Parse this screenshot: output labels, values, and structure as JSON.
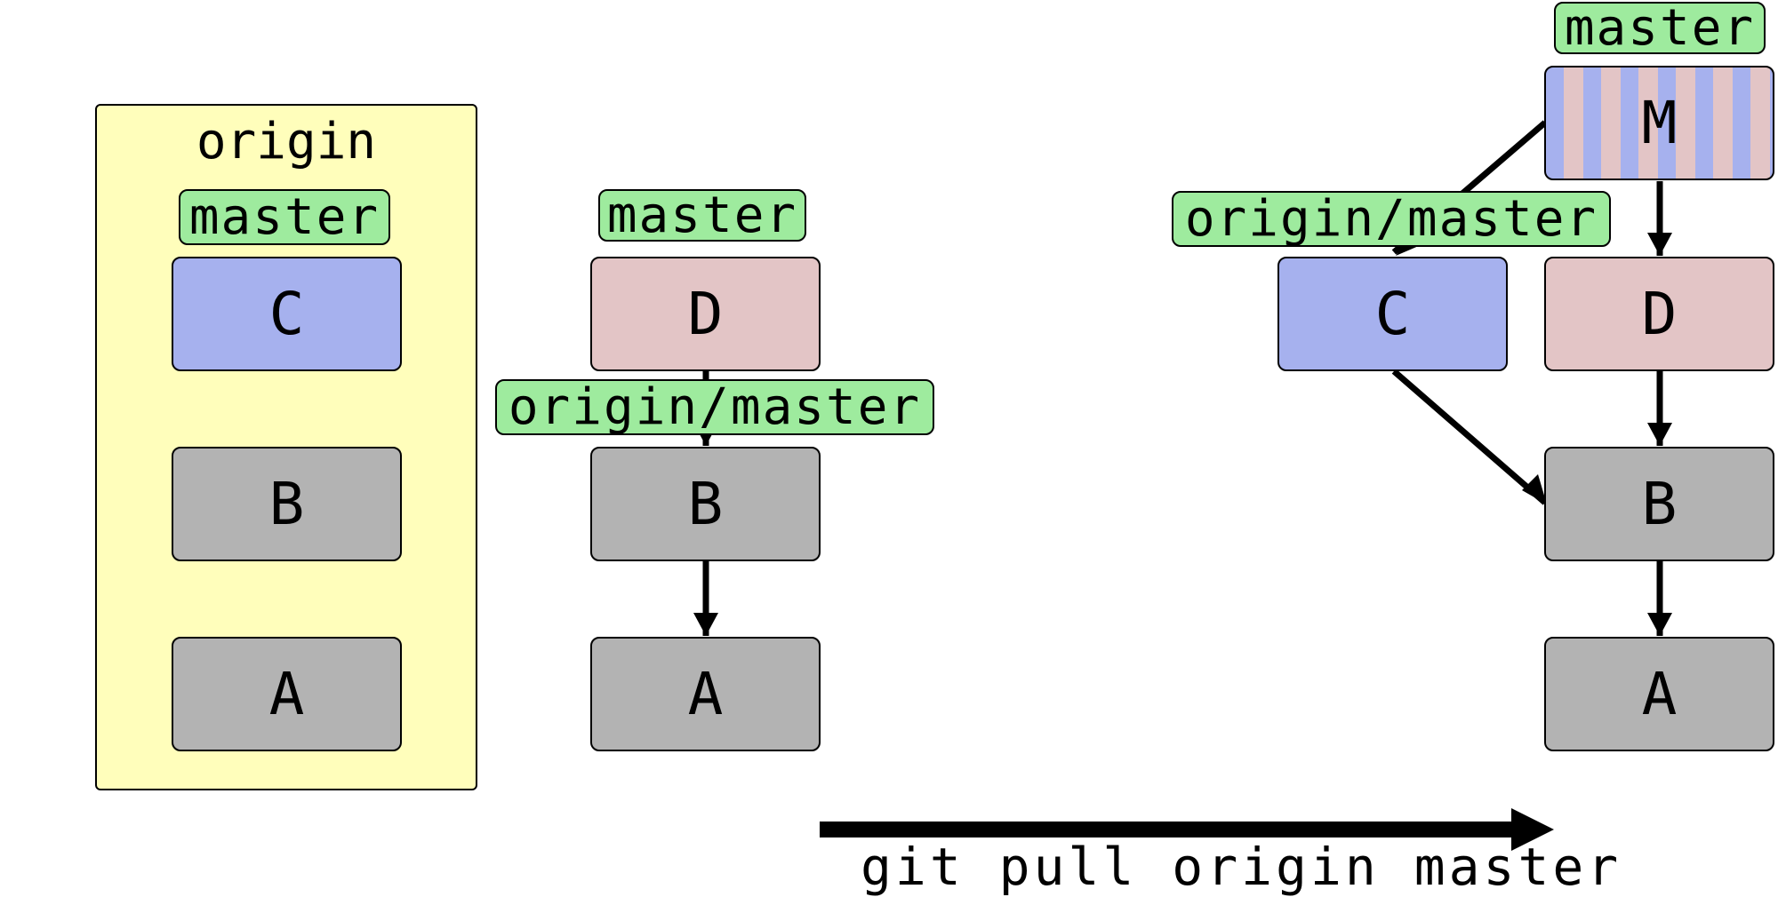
{
  "colors": {
    "origin_panel": "#fffebb",
    "label": "#9eeb9e",
    "commit_gray": "#b3b3b3",
    "commit_blue": "#a6b1ee",
    "commit_pink": "#e3c5c6",
    "stroke": "#000000"
  },
  "origin": {
    "title": "origin",
    "label": "master",
    "commits": [
      "C",
      "B",
      "A"
    ]
  },
  "local_before": {
    "master_label": "master",
    "origin_master_label": "origin/master",
    "commits": [
      "D",
      "B",
      "A"
    ]
  },
  "local_after": {
    "master_label": "master",
    "origin_master_label": "origin/master",
    "merge_commit": "M",
    "side_commit": "C",
    "commits": [
      "D",
      "B",
      "A"
    ]
  },
  "command": "git pull origin master"
}
